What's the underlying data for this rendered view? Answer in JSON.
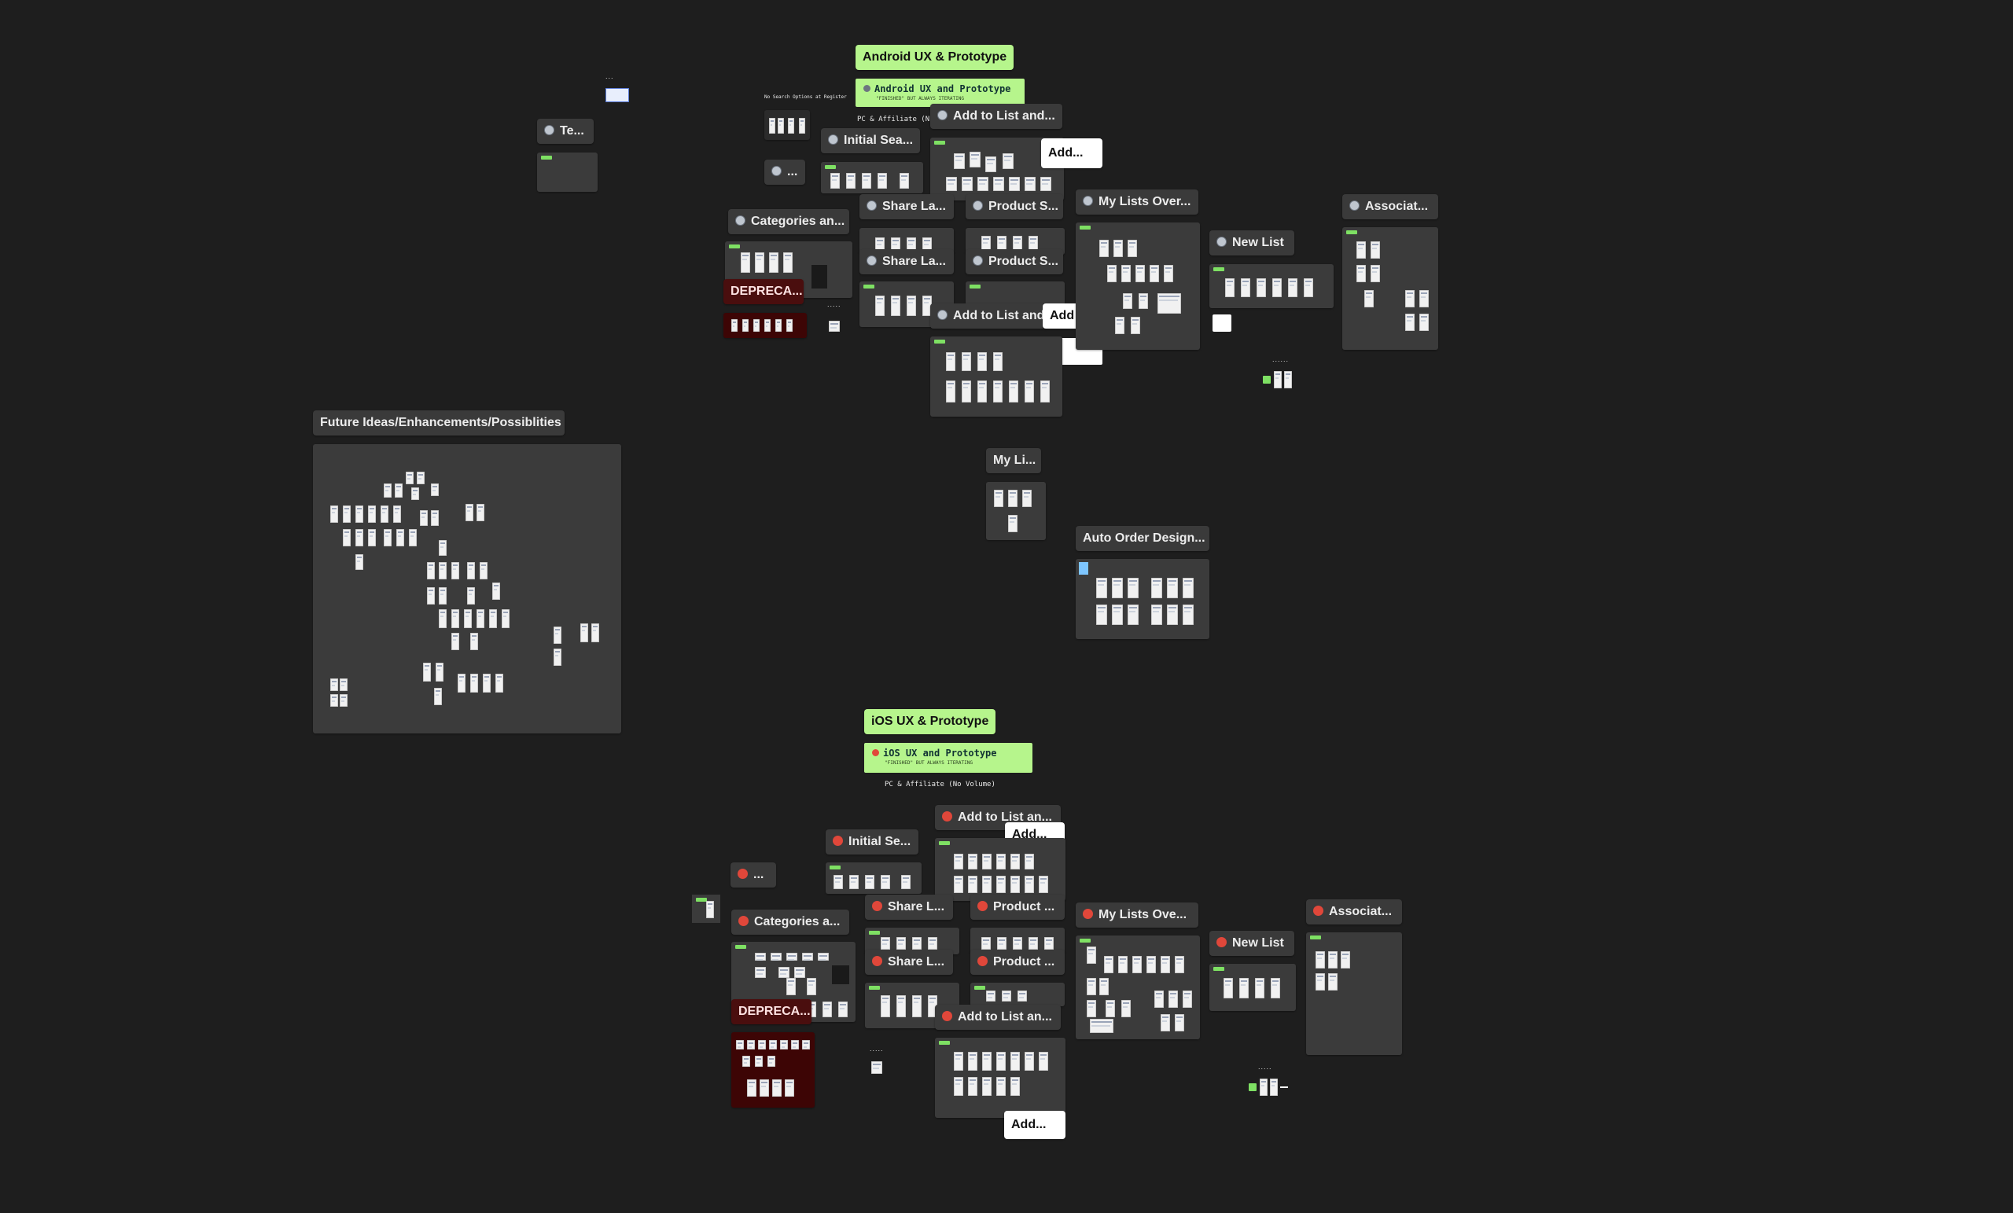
{
  "canvas": {
    "background_color": "#1e1e1e",
    "accent_green": "#b6f58c",
    "deprecated_color": "#4a0e0e"
  },
  "android": {
    "title": "Android UX & Prototype",
    "banner_title": "Android UX and Prototype",
    "banner_subtitle": "\"FINISHED\" BUT ALWAYS ITERATING",
    "note": "PC & Affiliate (N",
    "labels": {
      "te": "Te...",
      "ellipsis": "...",
      "initial_search": "Initial Sea...",
      "add_to_list_1": "Add to List and...",
      "add_sticky_1": "Add...",
      "share_la_1": "Share La...",
      "product_s_1": "Product S...",
      "categories": "Categories an...",
      "share_la_2": "Share La...",
      "product_s_2": "Product S...",
      "deprecated": "DEPRECA...",
      "add_to_list_2": "Add to List and...",
      "add_t_sticky": "Add t...",
      "my_lists_overview": "My Lists Over...",
      "new_list": "New List",
      "associate": "Associat...",
      "my_li": "My Li...",
      "auto_order": "Auto Order Design..."
    }
  },
  "future": {
    "title": "Future Ideas/Enhancements/Possiblities"
  },
  "ios": {
    "title": "iOS UX & Prototype",
    "banner_title": "iOS UX and Prototype",
    "banner_subtitle": "\"FINISHED\" BUT ALWAYS ITERATING",
    "note": "PC & Affiliate (No Volume)",
    "labels": {
      "add_to_list_1": "Add to List an...",
      "add_sticky_1": "Add...",
      "initial_search": "Initial Se...",
      "ellipsis": "...",
      "share_l_1": "Share L...",
      "product_1": "Product ...",
      "categories": "Categories a...",
      "my_lists_overview": "My Lists Ove...",
      "associate": "Associat...",
      "new_list": "New List",
      "share_l_2": "Share L...",
      "product_2": "Product ...",
      "deprecated": "DEPRECA...",
      "add_to_list_2": "Add to List an...",
      "add_sticky_2": "Add..."
    }
  },
  "icons": [
    "android-icon",
    "apple-icon",
    "frame-tag-icon",
    "thumbnail-icon"
  ]
}
